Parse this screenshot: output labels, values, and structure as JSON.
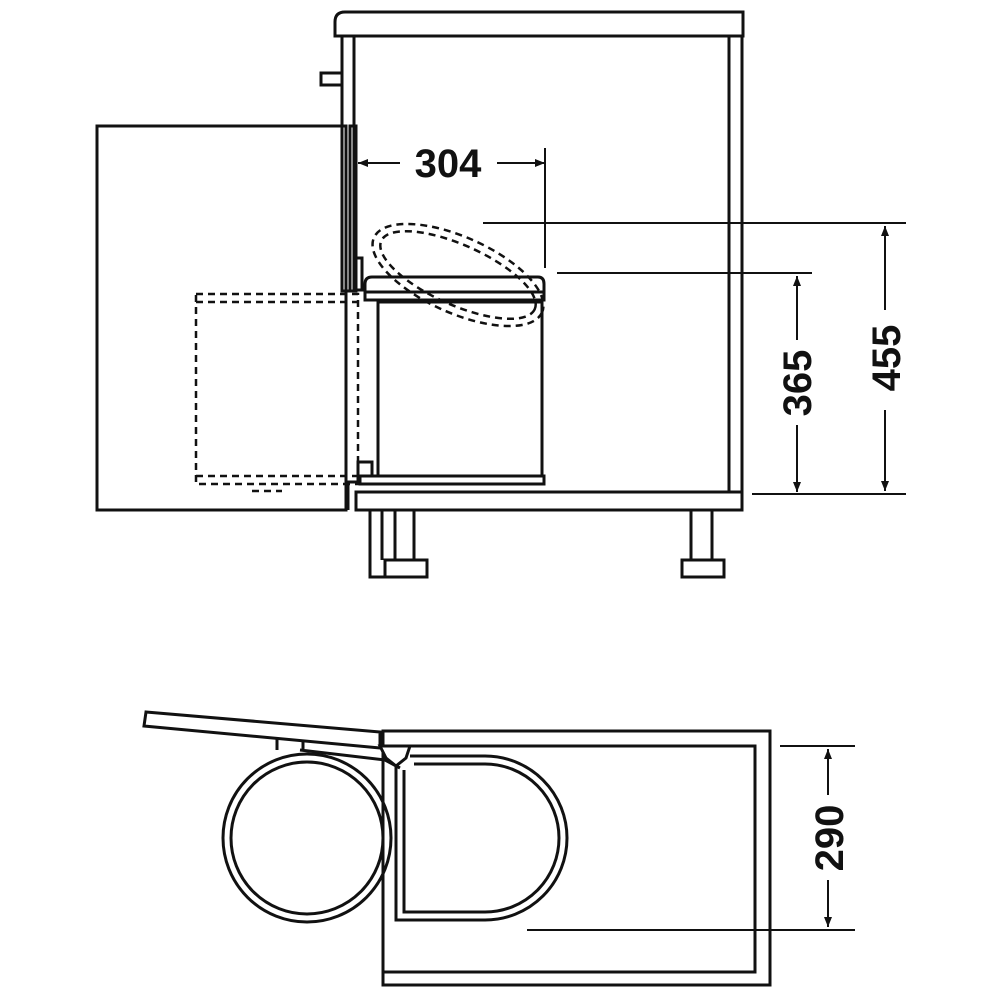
{
  "dimensions": {
    "width_clearance": "304",
    "bin_height": "365",
    "total_height": "455",
    "bin_depth": "290"
  },
  "colors": {
    "line": "#111111",
    "background": "#ffffff"
  }
}
